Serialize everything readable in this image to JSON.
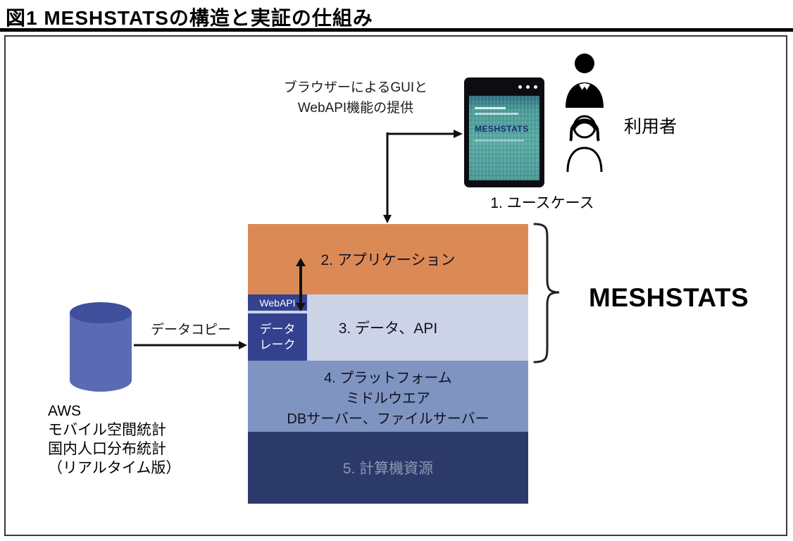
{
  "figure": {
    "title": "図1 MESHSTATSの構造と実証の仕組み"
  },
  "annotations": {
    "browser_line1": "ブラウザーによるGUIと",
    "browser_line2": "WebAPI機能の提供",
    "usecase": "1. ユースケース",
    "users": "利用者",
    "data_copy": "データコピー",
    "brace_label": "MESHSTATS"
  },
  "device": {
    "screen_title": "MESHSTATS"
  },
  "stack": {
    "layer_app": "2. アプリケーション",
    "layer_data_api": "3. データ、API",
    "webapi": "WebAPI",
    "datalake_line1": "データ",
    "datalake_line2": "レーク",
    "platform_lines": [
      "4. プラットフォーム",
      "ミドルウエア",
      "DBサーバー、ファイルサーバー"
    ],
    "compute": "5. 計算機資源"
  },
  "source": {
    "lines": [
      "AWS",
      "モバイル空間統計",
      "国内人口分布統計",
      "（リアルタイム版）"
    ]
  },
  "colors": {
    "layer_app": "#dc8a55",
    "layer_data_api": "#ccd3e7",
    "layer_platform": "#8094c1",
    "layer_compute": "#2c3a69",
    "accent_box": "#33418f",
    "cylinder_body": "#5a6bb4",
    "cylinder_top": "#3f4f9c",
    "screen_teal": "#57aaa3"
  }
}
